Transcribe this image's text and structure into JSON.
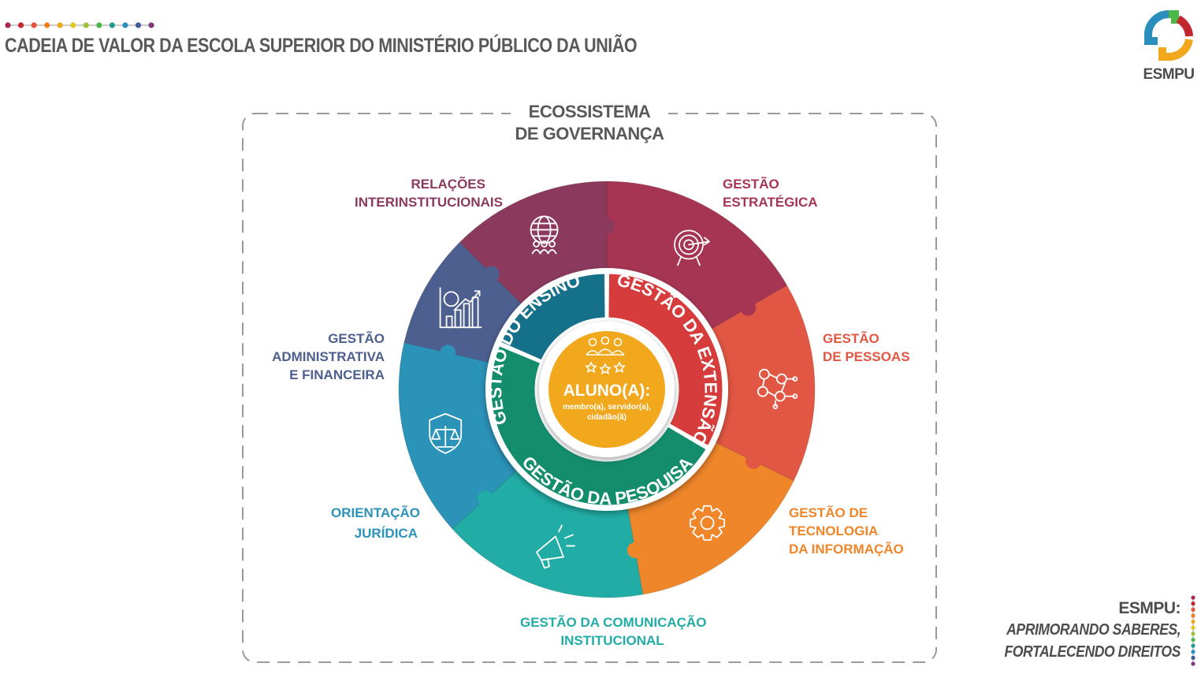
{
  "header": {
    "title": "CADEIA DE VALOR DA ESCOLA SUPERIOR DO MINISTÉRIO PÚBLICO DA UNIÃO",
    "dot_colors": [
      "#a8285a",
      "#c1272d",
      "#e5533d",
      "#ef7d22",
      "#f2a81d",
      "#e3c523",
      "#9cc43b",
      "#4cb848",
      "#1f9c8f",
      "#2a8fbd",
      "#3e5c98",
      "#7b3a78"
    ]
  },
  "logo": {
    "text": "ESMPU"
  },
  "ecosystem": {
    "line1": "ECOSSISTEMA",
    "line2": "DE GOVERNANÇA"
  },
  "outer_ring": [
    {
      "key": "relacoes",
      "lines": [
        "RELAÇÕES",
        "INTERINSTITUCIONAIS"
      ],
      "color": "#8b3a5d",
      "icon": "globe-people-icon"
    },
    {
      "key": "estrategica",
      "lines": [
        "GESTÃO",
        "ESTRATÉGICA"
      ],
      "color": "#a63553",
      "icon": "target-arrow-icon"
    },
    {
      "key": "pessoas",
      "lines": [
        "GESTÃO",
        "DE PESSOAS"
      ],
      "color": "#e25743",
      "icon": "people-network-icon"
    },
    {
      "key": "tecnologia",
      "lines": [
        "GESTÃO DE",
        "TECNOLOGIA",
        "DA INFORMAÇÃO"
      ],
      "color": "#ef862a",
      "icon": "gear-icon"
    },
    {
      "key": "comunicacao",
      "lines": [
        "GESTÃO DA COMUNICAÇÃO",
        "INSTITUCIONAL"
      ],
      "color": "#21ada5",
      "icon": "megaphone-icon"
    },
    {
      "key": "juridica",
      "lines": [
        "ORIENTAÇÃO",
        "JURÍDICA"
      ],
      "color": "#2b92b8",
      "icon": "shield-scales-icon"
    },
    {
      "key": "administrativa",
      "lines": [
        "GESTÃO",
        "ADMINISTRATIVA",
        "E FINANCEIRA"
      ],
      "color": "#4d5f8f",
      "icon": "finance-chart-icon"
    }
  ],
  "inner_ring": [
    {
      "key": "ensino",
      "label": "GESTÃO DO ENSINO",
      "color": "#15708a"
    },
    {
      "key": "extensao",
      "label": "GESTÃO DA EXTENSÃO",
      "color": "#d63c3c"
    },
    {
      "key": "pesquisa",
      "label": "GESTÃO DA PESQUISA",
      "color": "#138d6c"
    }
  ],
  "center": {
    "title": "ALUNO(A):",
    "line1": "membro(a), servidor(a),",
    "line2": "cidadão(ã)",
    "color": "#f2a81d",
    "icon": "students-stars-icon"
  },
  "tagline": {
    "head": "ESMPU:",
    "line1": "APRIMORANDO SABERES,",
    "line2": "FORTALECENDO DIREITOS"
  }
}
